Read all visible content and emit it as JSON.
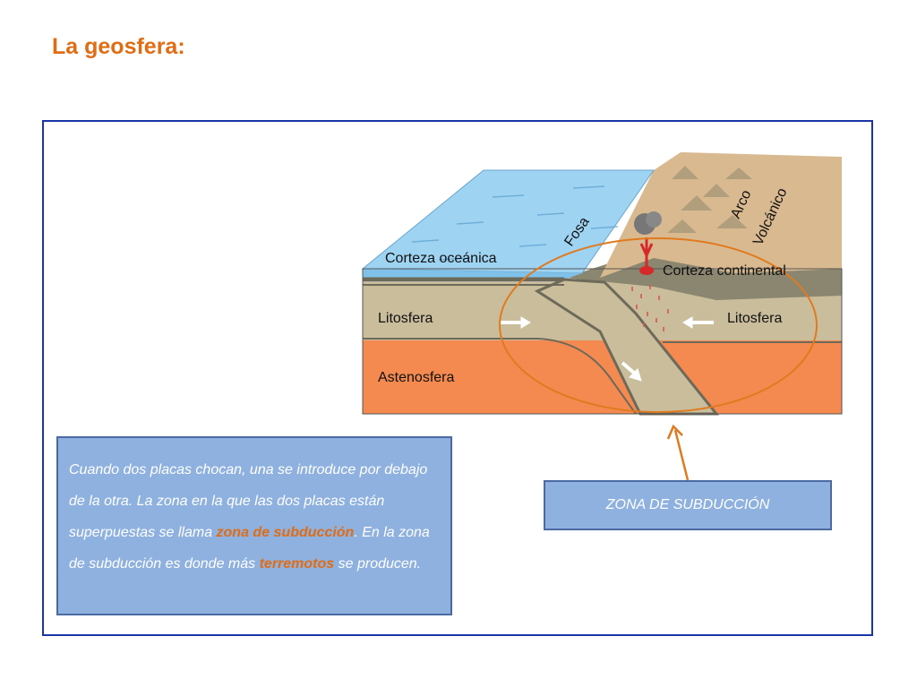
{
  "title": "La geosfera:",
  "diagram": {
    "labels": {
      "corteza_oceanica": "Corteza oceánica",
      "fosa": "Fosa",
      "arco_1": "Arco",
      "arco_2": "Volcánico",
      "corteza_continental": "Corteza continental",
      "litosfera_left": "Litosfera",
      "litosfera_right": "Litosfera",
      "astenosfera": "Astenosfera"
    }
  },
  "explanation": {
    "part1": "Cuando dos placas chocan, una se introduce por debajo de la otra. La zona en la que las dos placas están superpuestas se llama ",
    "highlight1": "zona de subducción",
    "part2": ". En la zona de subducción es donde más ",
    "highlight2": "terremotos",
    "part3": " se  producen."
  },
  "zone_label": "ZONA DE SUBDUCCIÓN",
  "colors": {
    "title": "#e06c14",
    "frame_border": "#1a35a8",
    "box_fill": "#8eb1e0",
    "highlight": "#e06c14",
    "ocean": "#9fd3f2",
    "astenosfera": "#f58a50",
    "litosfera": "#c9bd9c",
    "continent": "#d9b98f"
  }
}
